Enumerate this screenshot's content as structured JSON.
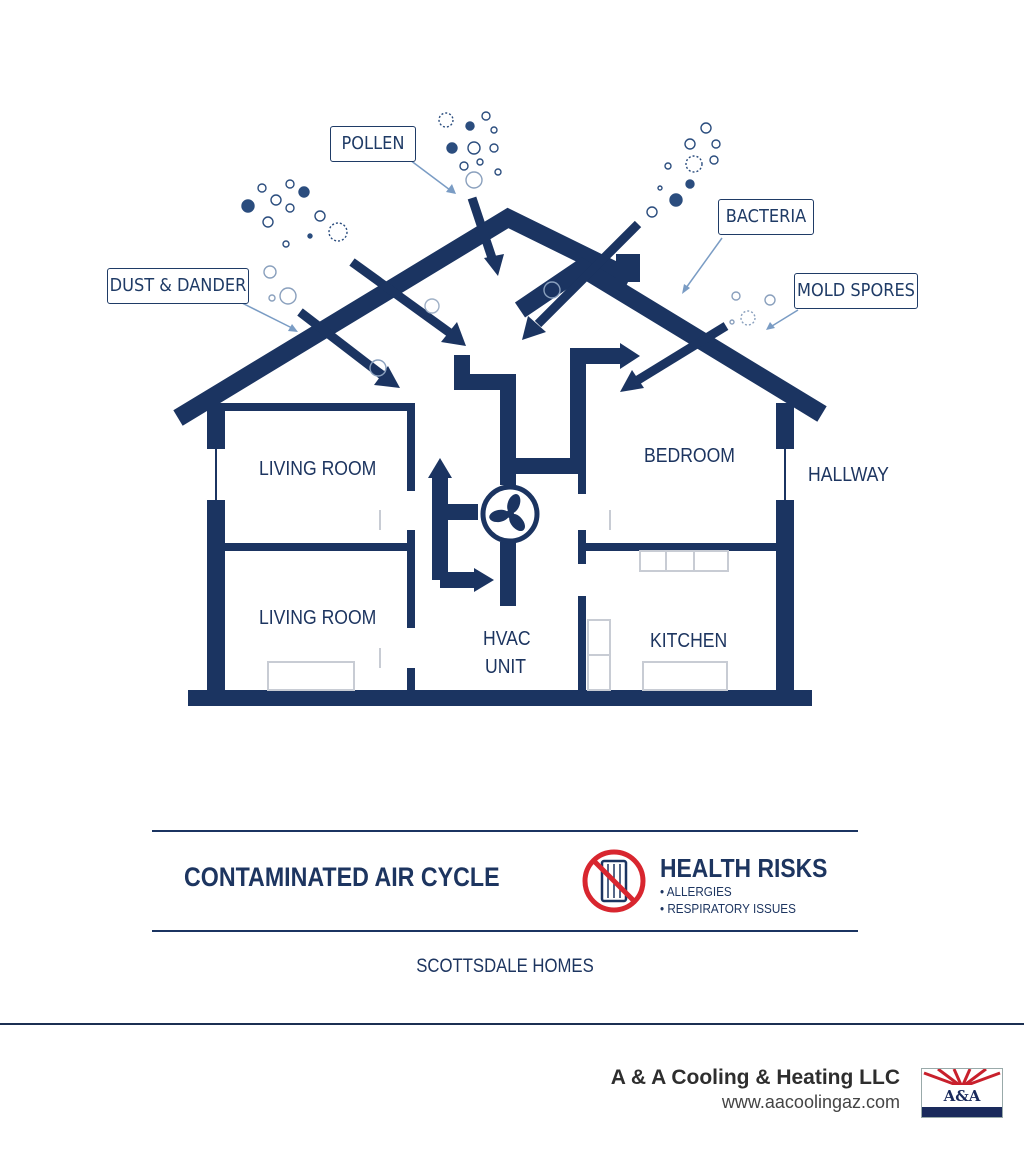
{
  "callouts": {
    "pollen": "POLLEN",
    "bacteria": "BACTERIA",
    "dust": "DUST & DANDER",
    "mold": "MOLD SPORES"
  },
  "rooms": {
    "living_room_upper": "LIVING ROOM",
    "living_room_lower": "LIVING ROOM",
    "bedroom": "BEDROOM",
    "hallway": "HALLWAY",
    "kitchen": "KITCHEN",
    "hvac_line1": "HVAC",
    "hvac_line2": "UNIT"
  },
  "legend": {
    "title": "CONTAMINATED AIR CYCLE",
    "health_title": "HEALTH RISKS",
    "health_items": [
      "• ALLERGIES",
      "• RESPIRATORY ISSUES"
    ],
    "subtitle": "SCOTTSDALE HOMES"
  },
  "footer": {
    "company": "A & A Cooling & Heating LLC",
    "url": "www.aacoolingaz.com",
    "logo_text": "A&A"
  },
  "colors": {
    "navy": "#1b3461",
    "callout_arrow": "#7a9cc4",
    "particles": "#2b4d7e",
    "no_symbol": "#d8262f"
  },
  "icons": {
    "hvac": "fan-icon",
    "filter": "filter-prohibited-icon"
  }
}
